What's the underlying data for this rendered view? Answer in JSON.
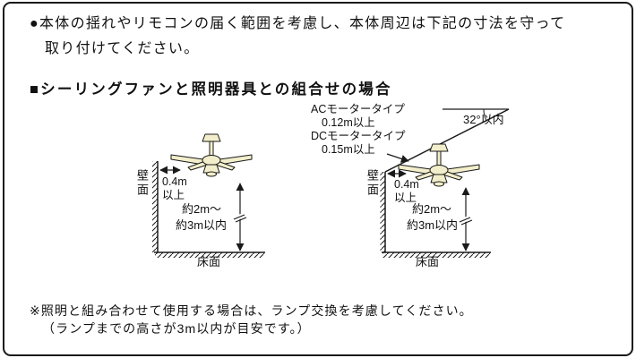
{
  "colors": {
    "outline": "#1a1a1a",
    "fan_fill": "#f2eecb",
    "background": "#ffffff"
  },
  "intro": {
    "bullet": "●",
    "line1": "本体の揺れやリモコンの届く範囲を考慮し、本体周辺は下記の寸法を守って",
    "line2": "取り付けてください。"
  },
  "section": {
    "marker": "■",
    "title": "シーリングファンと照明器具との組合せの場合"
  },
  "left_diagram": {
    "wall_label": "壁面",
    "wall_clearance_value": "0.4m",
    "wall_clearance_suffix": "以上",
    "height_range_line1": "約2m～",
    "height_range_line2": "約3m以内",
    "floor_label": "床面"
  },
  "right_diagram": {
    "motor_note": {
      "ac_label": "ACモータータイプ",
      "ac_value": "0.12m以上",
      "dc_label": "DCモータータイプ",
      "dc_value": "0.15m以上"
    },
    "angle_label": "32°以内",
    "wall_label": "壁面",
    "wall_clearance_value": "0.4m",
    "wall_clearance_suffix": "以上",
    "height_range_line1": "約2m～",
    "height_range_line2": "約3m以内",
    "floor_label": "床面"
  },
  "note": {
    "line1": "※照明と組み合わせて使用する場合は、ランプ交換を考慮してください。",
    "line2": "（ランプまでの高さが3m以内が目安です。）"
  }
}
